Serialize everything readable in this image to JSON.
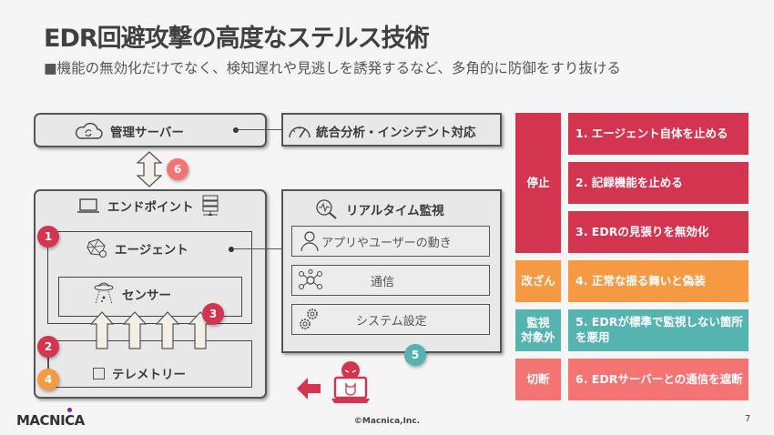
{
  "header": {
    "title": "EDR回避攻撃の高度なステルス技術",
    "subtitle": "■機能の無効化だけでなく、検知遅れや見逃しを誘発するなど、多角的に防御をすり抜ける"
  },
  "diagram": {
    "management_server": {
      "label": "管理サーバー",
      "icon": "cloud-sync-icon"
    },
    "analysis": {
      "label": "統合分析・インシデント対応",
      "icon": "gauge-icon"
    },
    "endpoint": {
      "label": "エンドポイント",
      "icons": [
        "laptop-icon",
        "server-icon"
      ]
    },
    "agent": {
      "label": "エージェント",
      "icon": "network-icon"
    },
    "sensor": {
      "label": "センサー",
      "icon": "ufo-sensor-icon"
    },
    "telemetry": {
      "label": "テレメトリー",
      "icon": "square-icon"
    },
    "realtime": {
      "label": "リアルタイム監視",
      "icon": "magnifier-pulse-icon",
      "items": [
        {
          "label": "アプリやユーザーの動き",
          "icon": "user-icon"
        },
        {
          "label": "通信",
          "icon": "hub-icon"
        },
        {
          "label": "システム設定",
          "icon": "gears-icon"
        }
      ]
    },
    "badges": {
      "b1": "1",
      "b2": "2",
      "b3": "3",
      "b4": "4",
      "b5": "5",
      "b6": "6"
    },
    "attacker": {
      "icon": "hacker-icon",
      "arrow": "left-arrow-icon"
    }
  },
  "techniques": {
    "categories": [
      {
        "label": "停止",
        "color": "#d3344f"
      },
      {
        "label": "改ざん",
        "color": "#f59a43"
      },
      {
        "label": "監視\n対象外",
        "line1": "監視",
        "line2": "対象外",
        "color": "#55b3b0"
      },
      {
        "label": "切断",
        "color": "#f47373"
      }
    ],
    "items": [
      {
        "label": "1. エージェント自体を止める"
      },
      {
        "label": "2. 記録機能を止める"
      },
      {
        "label": "3. EDRの見張りを無効化"
      },
      {
        "label": "4. 正常な振る舞いと偽装"
      },
      {
        "label": "5. EDRが標準で監視しない箇所を悪用",
        "line1": "5. EDRが標準で監視しない箇所",
        "line2": "を悪用"
      },
      {
        "label": "6. EDRサーバーとの通信を遮断"
      }
    ]
  },
  "footer": {
    "logo": "MACNICA",
    "copyright": "©Macnica,Inc.",
    "page": "7"
  },
  "colors": {
    "red": "#d3344f",
    "orange": "#f59a43",
    "teal": "#55b3b0",
    "salmon": "#f47373",
    "logo_dot": "#7b1fa2"
  }
}
